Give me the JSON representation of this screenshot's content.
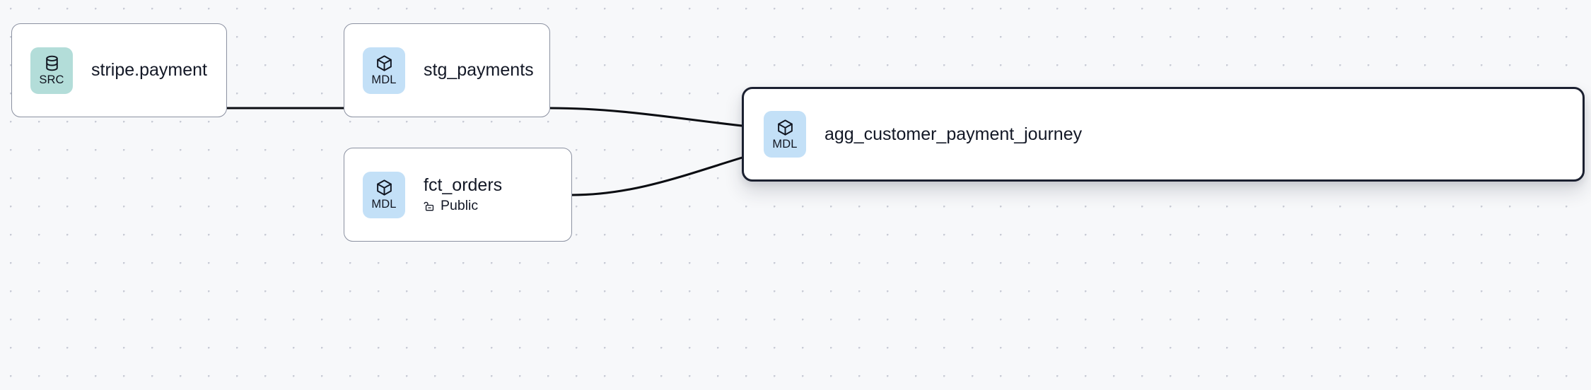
{
  "graph": {
    "background_color": "#f7f8fa",
    "grid": "dot-grid",
    "edge_color": "#0b0d12",
    "arrow_color": "#9aa0ad",
    "nodes": [
      {
        "id": "stripe-payment",
        "title": "stripe.payment",
        "badge_label": "SRC",
        "badge_icon": "database-icon",
        "badge_color": "#b3ddd9",
        "selected": false,
        "subtitle": null,
        "subtitle_icon": null
      },
      {
        "id": "stg-payments",
        "title": "stg_payments",
        "badge_label": "MDL",
        "badge_icon": "cube-icon",
        "badge_color": "#c3e0f7",
        "selected": false,
        "subtitle": null,
        "subtitle_icon": null
      },
      {
        "id": "fct-orders",
        "title": "fct_orders",
        "badge_label": "MDL",
        "badge_icon": "cube-icon",
        "badge_color": "#c3e0f7",
        "selected": false,
        "subtitle": "Public",
        "subtitle_icon": "unlock-icon"
      },
      {
        "id": "agg-journey",
        "title": "agg_customer_payment_journey",
        "badge_label": "MDL",
        "badge_icon": "cube-icon",
        "badge_color": "#c3e0f7",
        "selected": true,
        "subtitle": null,
        "subtitle_icon": null
      }
    ],
    "edges": [
      {
        "from": "stripe-payment",
        "to": "stg-payments",
        "style": "straight"
      },
      {
        "from": "stg-payments",
        "to": "agg-journey",
        "style": "bezier"
      },
      {
        "from": "fct-orders",
        "to": "agg-journey",
        "style": "bezier"
      }
    ]
  }
}
